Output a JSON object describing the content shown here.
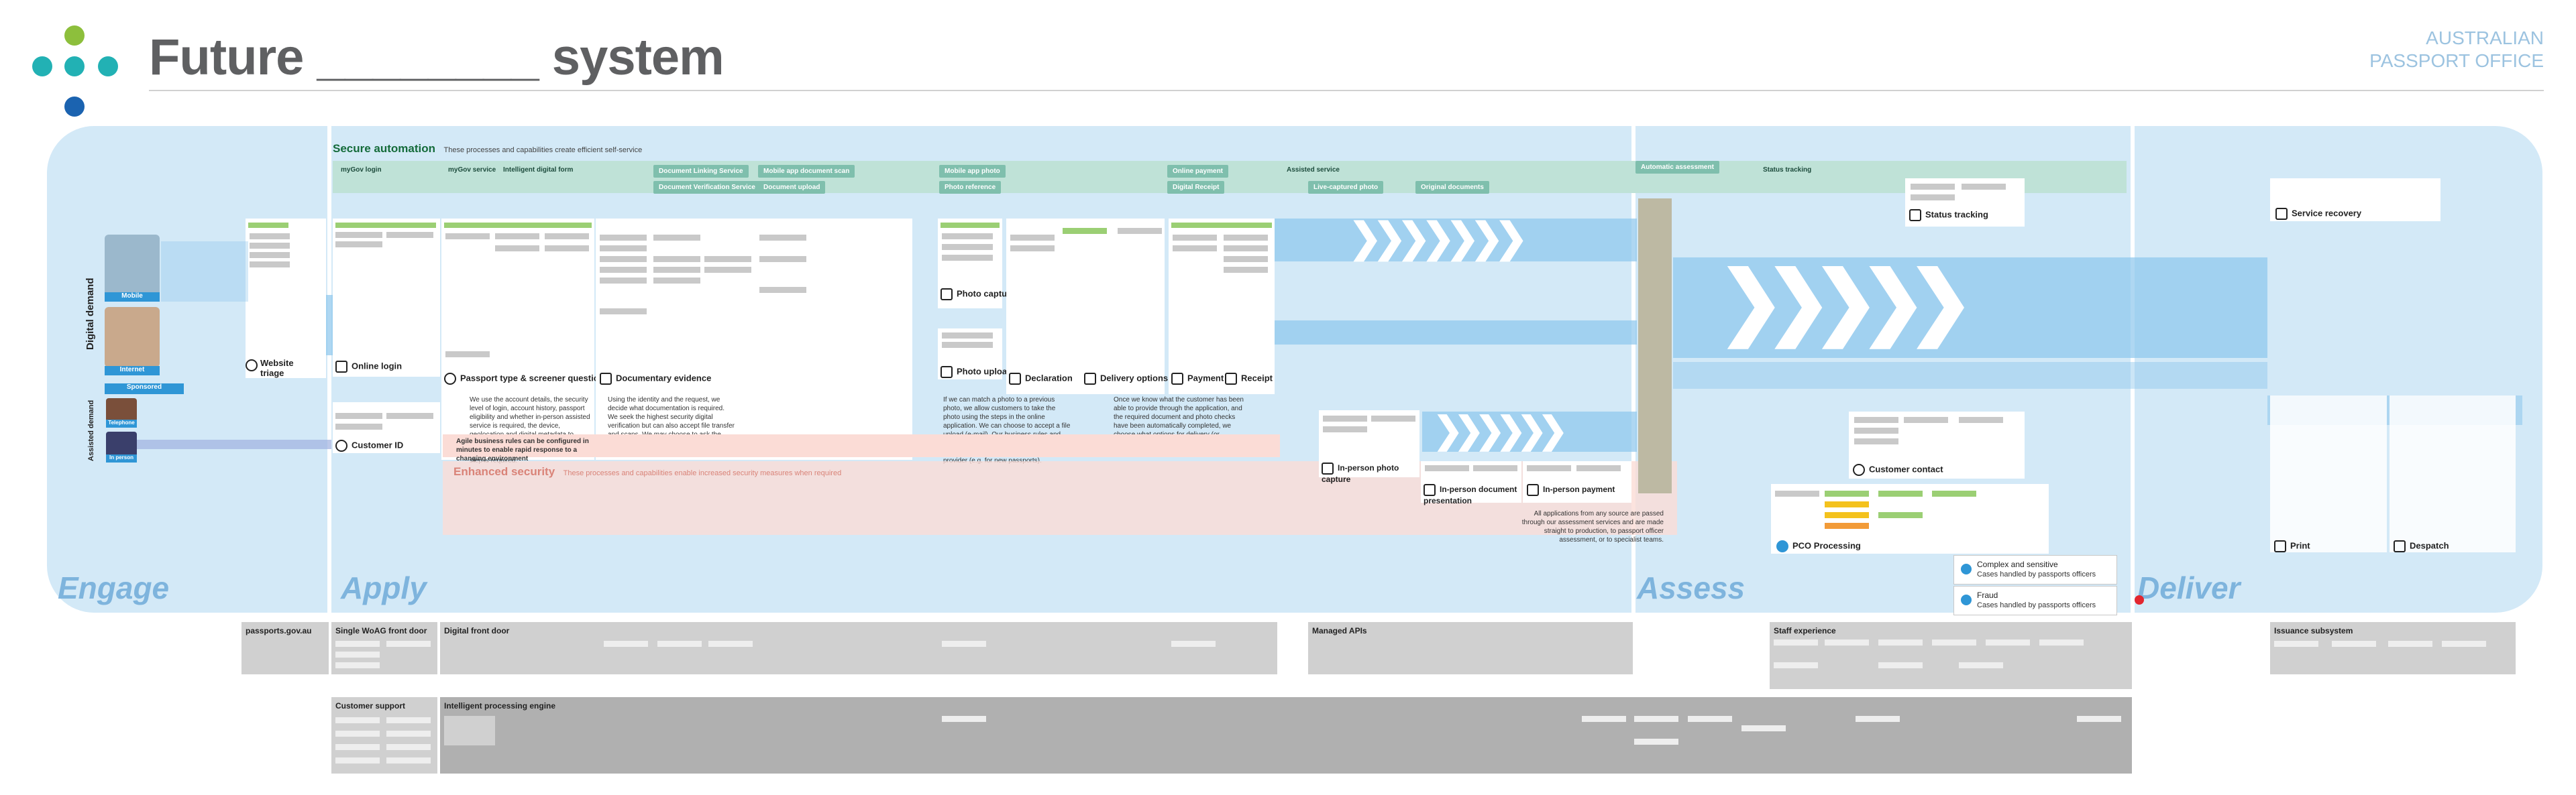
{
  "header": {
    "title": "Future ________ system",
    "org_line1": "AUSTRALIAN",
    "org_line2": "PASSPORT OFFICE"
  },
  "colors": {
    "accent_blue": "#2f96d6",
    "band": "#d3e9f7",
    "green": "#146b3a",
    "salmon": "#d98378"
  },
  "phases": {
    "engage": "Engage",
    "apply": "Apply",
    "assess": "Assess",
    "deliver": "Deliver"
  },
  "secure": {
    "title": "Secure automation",
    "desc": "These processes and capabilities create efficient self-service",
    "capabilities": [
      "myGov login",
      "myGov service",
      "Intelligent digital form",
      "Document Linking Service",
      "Document Verification Service",
      "Mobile app document scan",
      "Document upload",
      "Mobile app photo",
      "Photo reference",
      "Online payment",
      "Digital Receipt",
      "Assisted service",
      "Live-captured photo",
      "Original documents",
      "Automatic assessment",
      "Status tracking"
    ]
  },
  "enhanced": {
    "title": "Enhanced security",
    "desc": "These processes and capabilities enable increased security measures when required"
  },
  "engage": {
    "digital_demand": "Digital demand",
    "assisted_demand": "Assisted demand",
    "channels": [
      "Mobile",
      "Internet",
      "Sponsored",
      "Telephone",
      "In person"
    ],
    "website_triage": "Website triage"
  },
  "apply": {
    "online_login": "Online login",
    "customer_id": "Customer ID",
    "passport_type": "Passport type & screener questions",
    "documentary": "Documentary evidence",
    "photo_capture": "Photo capture",
    "photo_upload": "Photo upload",
    "declaration": "Declaration",
    "delivery": "Delivery options",
    "payment": "Payment",
    "receipt": "Receipt",
    "agile_rules": "Agile business rules can be configured in minutes to enable rapid response to a changing environment",
    "desc_account": "We use the account details, the security level of login, account history, passport eligibility and whether in-person assisted service is required, the device, geolocation and digital metadata to decide what proof is needed, how it can be submitted and whether an in-person step is required.",
    "desc_docs": "Using the identity and the request, we decide what documentation is required. We seek the highest security digital verification but can also accept file transfer and scans. We may choose to ask the customer to provide originals in person or by mail.",
    "desc_photo": "If we can match a photo to a previous photo, we allow customers to take the photo using the steps in the online application. We can choose to accept a file upload (e-mail). Our business rules and security measures may demand customers have their photo taken at a provider (e.g. for new passports).",
    "desc_payment": "Once we know what the customer has been able to provide through the application, and the required document and photo checks have been automatically completed, we choose what options for delivery (or collection) are available to the customer."
  },
  "inperson": {
    "photo": "In-person photo capture",
    "document": "In-person document presentation",
    "payment": "In-person payment",
    "note": "All applications from any source are passed through our assessment services and are made straight to production, to passport officer assessment, or to specialist teams."
  },
  "assess": {
    "status_tracking": "Status tracking",
    "customer_contact": "Customer contact",
    "pco_processing": "PCO Processing",
    "complex_title": "Complex and sensitive",
    "complex_sub": "Cases handled by passports officers",
    "fraud_title": "Fraud",
    "fraud_sub": "Cases handled by passports officers"
  },
  "deliver": {
    "service_recovery": "Service recovery",
    "print": "Print",
    "despatch": "Despatch"
  },
  "platforms": {
    "row1": [
      "passports.gov.au",
      "Single WoAG front door",
      "Digital front door",
      "Managed APIs",
      "Staff experience",
      "Issuance subsystem"
    ],
    "row2": [
      "Customer support",
      "Intelligent processing engine"
    ]
  }
}
